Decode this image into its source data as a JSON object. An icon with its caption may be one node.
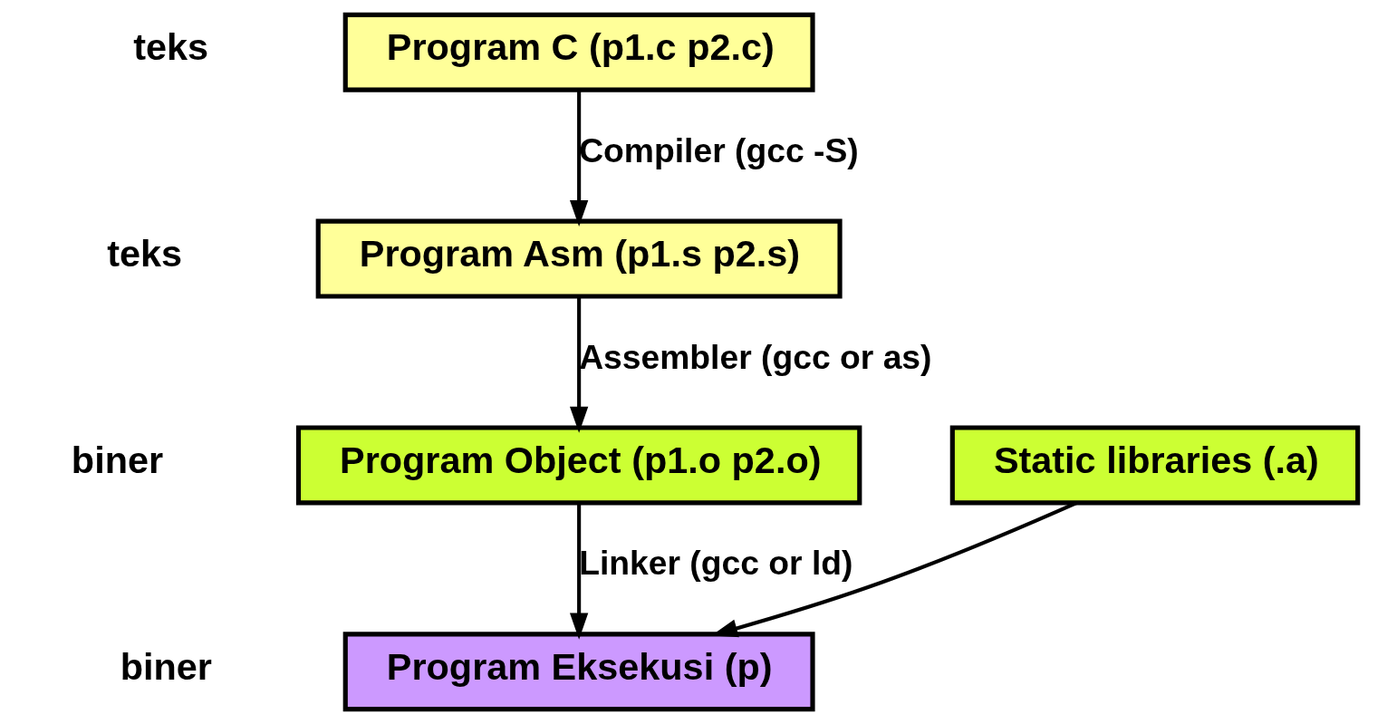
{
  "diagram": {
    "nodes": [
      {
        "text": [
          "Program C (p1.c p2.c)"
        ],
        "beside": [
          "teks"
        ]
      },
      {
        "text": [
          "Program Asm (p1.s p2.s)"
        ],
        "beside": [
          "teks"
        ]
      },
      {
        "text": [
          "Program Object (p1.o p2.o)"
        ],
        "beside": [
          "biner"
        ]
      },
      {
        "text": [
          "Static libraries (.a)"
        ]
      },
      {
        "text": [
          "Program Eksekusi (p)"
        ],
        "beside": [
          "biner"
        ]
      }
    ],
    "edges": [
      {
        "from": 0,
        "to": 1,
        "arrow": "to",
        "label": "Compiler (gcc -S)"
      },
      {
        "from": 1,
        "to": 2,
        "arrow": "to",
        "label": "Assembler (gcc or as)"
      },
      {
        "from": 2,
        "to": 4,
        "arrow": "to",
        "label": "Linker (gcc or ld)"
      },
      {
        "from": 3,
        "to": 4,
        "arrow": "to"
      }
    ]
  }
}
